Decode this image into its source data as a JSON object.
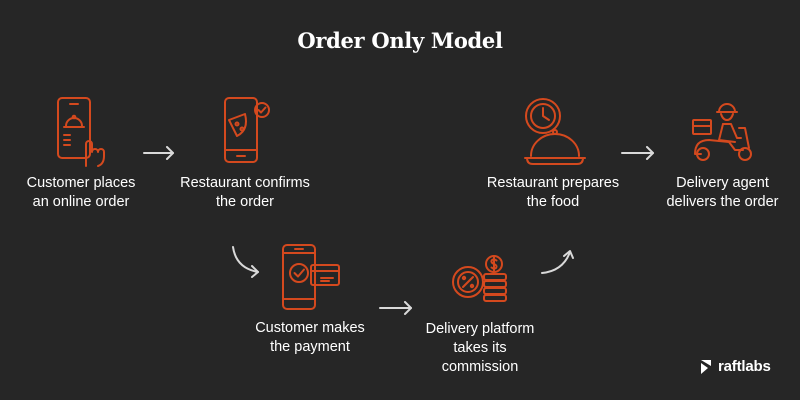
{
  "title": "Order Only Model",
  "accent_color": "#d4491e",
  "arrow_color": "#d9d9d9",
  "steps": [
    {
      "label": "Customer places\nan online order",
      "icon": "phone-tap-order-icon"
    },
    {
      "label": "Restaurant confirms\nthe order",
      "icon": "phone-pizza-check-icon"
    },
    {
      "label": "Customer makes\nthe payment",
      "icon": "phone-card-payment-icon"
    },
    {
      "label": "Delivery platform\ntakes its\ncommission",
      "icon": "coins-percent-icon"
    },
    {
      "label": "Restaurant prepares\nthe food",
      "icon": "clock-cloche-icon"
    },
    {
      "label": "Delivery agent\ndelivers the order",
      "icon": "delivery-scooter-icon"
    }
  ],
  "brand": {
    "name": "raftlabs"
  }
}
